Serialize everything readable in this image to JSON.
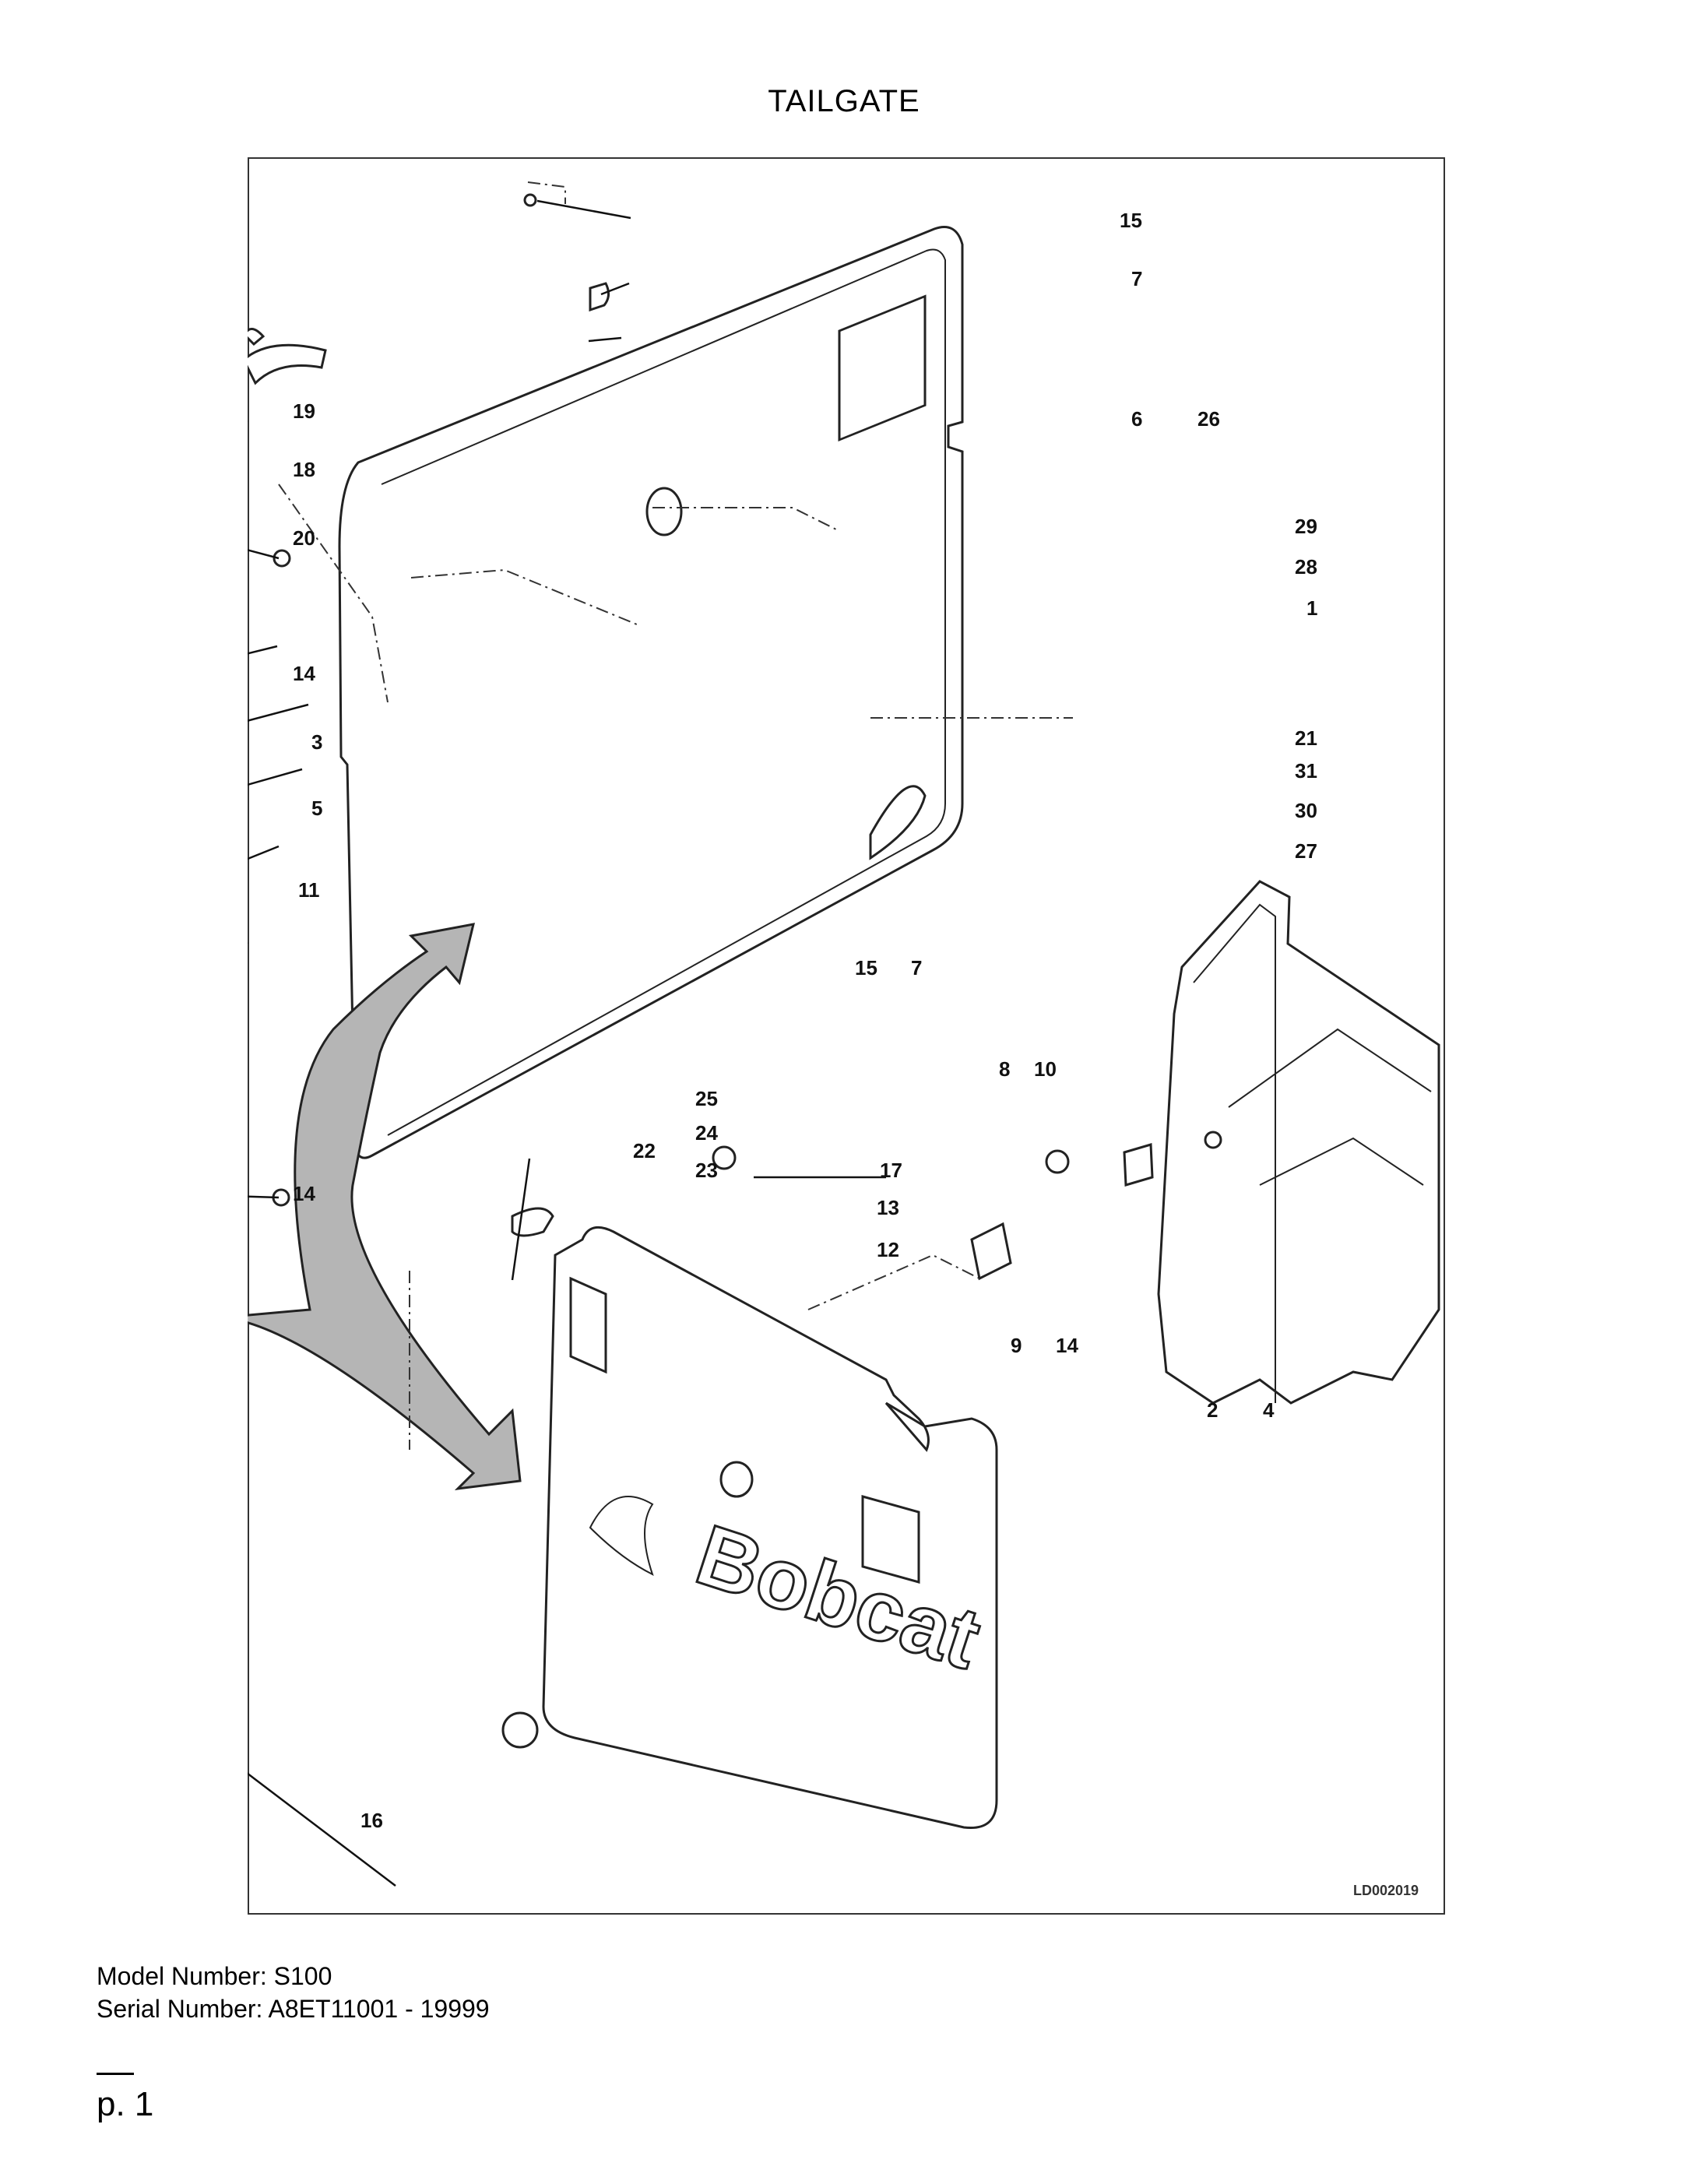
{
  "page": {
    "title": "TAILGATE",
    "model_line": "Model Number: S100",
    "serial_line": "Serial Number: A8ET11001 - 19999",
    "page_number": "p. 1"
  },
  "diagram": {
    "drawing_code": "LD002019",
    "logo_text": "Bobcat",
    "labels": [
      "15",
      "7",
      "19",
      "18",
      "6",
      "26",
      "20",
      "29",
      "28",
      "1",
      "14",
      "3",
      "21",
      "5",
      "31",
      "30",
      "27",
      "11",
      "15b",
      "7b",
      "8",
      "10",
      "25",
      "24",
      "22",
      "23",
      "17",
      "13",
      "12",
      "9",
      "14b",
      "2",
      "4",
      "14c",
      "16"
    ],
    "label_text": {
      "15": "15",
      "7": "7",
      "19": "19",
      "18": "18",
      "6": "6",
      "26": "26",
      "20": "20",
      "29": "29",
      "28": "28",
      "1": "1",
      "14": "14",
      "3": "3",
      "21": "21",
      "5": "5",
      "31": "31",
      "30": "30",
      "27": "27",
      "11": "11",
      "15b": "15",
      "7b": "7",
      "8": "8",
      "10": "10",
      "25": "25",
      "24": "24",
      "22": "22",
      "23": "23",
      "17": "17",
      "13": "13",
      "12": "12",
      "9": "9",
      "14b": "14",
      "2": "2",
      "4": "4",
      "14c": "14",
      "16": "16"
    },
    "arrow_color": "#b3b3b3"
  }
}
